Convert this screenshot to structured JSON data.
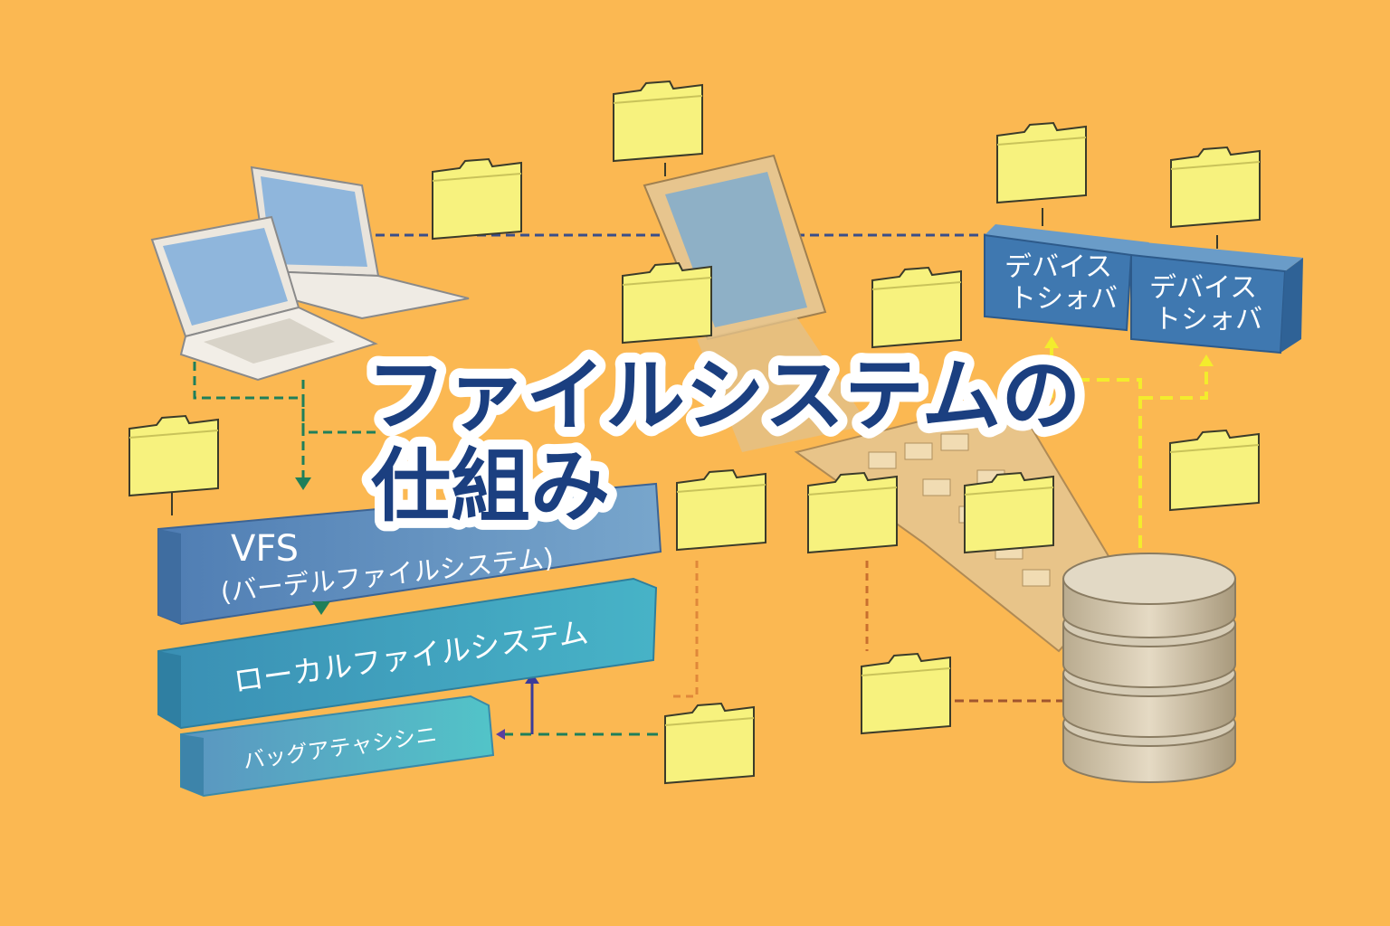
{
  "title": {
    "line1": "ファイルシステムの",
    "line2": "仕組み"
  },
  "layers": {
    "vfs": {
      "name": "VFS",
      "subtitle": "(バーデルファイルシステム)"
    },
    "local": {
      "name": "ローカルファイルシステム"
    },
    "bottom": {
      "name": "バッグアテャシシニ"
    }
  },
  "devices": [
    {
      "line1": "デバイス",
      "line2": "トシォバ"
    },
    {
      "line1": "デバイス",
      "line2": "トシォバ"
    }
  ],
  "colors": {
    "background": "#fbb852",
    "title": "#1b3f80",
    "vfs": "#5a86b8",
    "local": "#3b9ab8",
    "device": "#3f78b0",
    "folder": "#f6f07a"
  }
}
